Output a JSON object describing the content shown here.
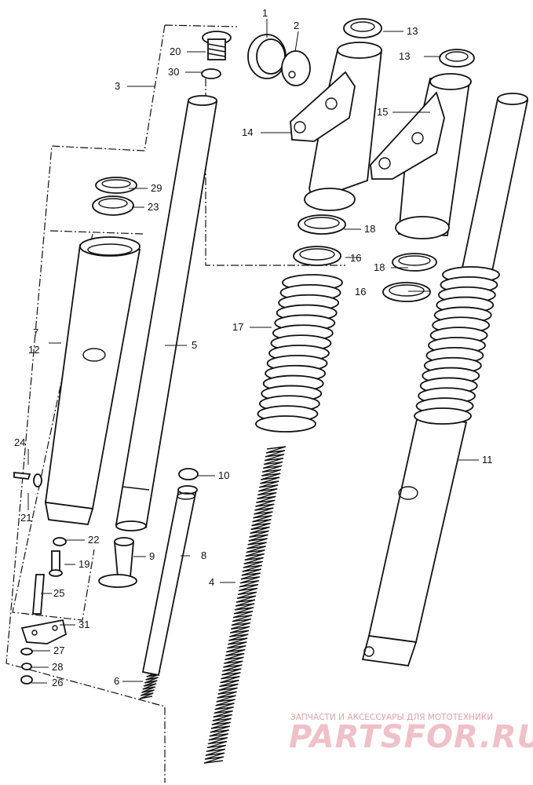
{
  "diagram": {
    "callouts": [
      "1",
      "2",
      "3",
      "4",
      "5",
      "6",
      "7",
      "8",
      "9",
      "10",
      "11",
      "12",
      "13",
      "14",
      "15",
      "16",
      "17",
      "18",
      "19",
      "20",
      "21",
      "22",
      "23",
      "24",
      "25",
      "26",
      "27",
      "28",
      "29",
      "30",
      "31"
    ],
    "callout_7_12": [
      "7",
      "12"
    ],
    "callout_13b": "13",
    "callout_16b": "16",
    "callout_18b": "18"
  },
  "watermark": {
    "tagline": "ЗАПЧАСТИ И АКСЕССУАРЫ ДЛЯ МОТОТЕХНИКИ",
    "logo": "PARTSFOR.RU",
    "color": "#e8a0ab"
  }
}
